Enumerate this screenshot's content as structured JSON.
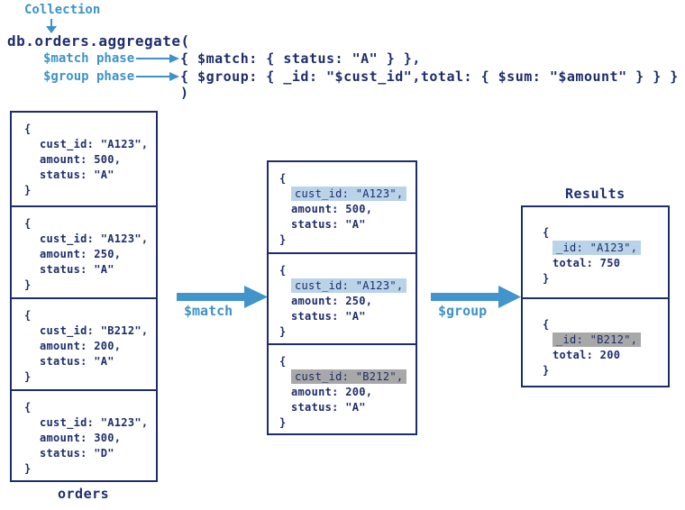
{
  "colors": {
    "navy": "#1d2d6b",
    "light_blue": "#3d93c8",
    "arrow_blue": "#4195cc",
    "highlight_blue": "#b9d3e8",
    "highlight_gray": "#a8a8a8"
  },
  "header": {
    "collection_label": "Collection",
    "code_open": "db.orders.aggregate(",
    "match_phase_label": "$match phase",
    "match_code": "{ $match: { status: \"A\" } },",
    "group_phase_label": "$group phase",
    "group_code": "{ $group: { _id: \"$cust_id\",total: { $sum: \"$amount\" } } }",
    "code_close": ")"
  },
  "syntax": {
    "open_brace": "{",
    "close_brace": "}"
  },
  "pipeline": {
    "match_arrow_label": "$match",
    "group_arrow_label": "$group"
  },
  "orders_box": {
    "label": "orders",
    "docs": [
      {
        "id_line": "cust_id: \"A123\",",
        "amount_line": "amount: 500,",
        "status_line": "status: \"A\""
      },
      {
        "id_line": "cust_id: \"A123\",",
        "amount_line": "amount: 250,",
        "status_line": "status: \"A\""
      },
      {
        "id_line": "cust_id: \"B212\",",
        "amount_line": "amount: 200,",
        "status_line": "status: \"A\""
      },
      {
        "id_line": "cust_id: \"A123\",",
        "amount_line": "amount: 300,",
        "status_line": "status: \"D\""
      }
    ]
  },
  "match_box": {
    "docs": [
      {
        "id_line": "cust_id: \"A123\",",
        "amount_line": "amount: 500,",
        "status_line": "status: \"A\"",
        "highlight": "blue"
      },
      {
        "id_line": "cust_id: \"A123\",",
        "amount_line": "amount: 250,",
        "status_line": "status: \"A\"",
        "highlight": "blue"
      },
      {
        "id_line": "cust_id: \"B212\",",
        "amount_line": "amount: 200,",
        "status_line": "status: \"A\"",
        "highlight": "gray"
      }
    ]
  },
  "results_box": {
    "label": "Results",
    "docs": [
      {
        "id_line": "_id: \"A123\",",
        "total_line": "total: 750",
        "highlight": "blue"
      },
      {
        "id_line": "_id: \"B212\",",
        "total_line": "total: 200",
        "highlight": "gray"
      }
    ]
  }
}
